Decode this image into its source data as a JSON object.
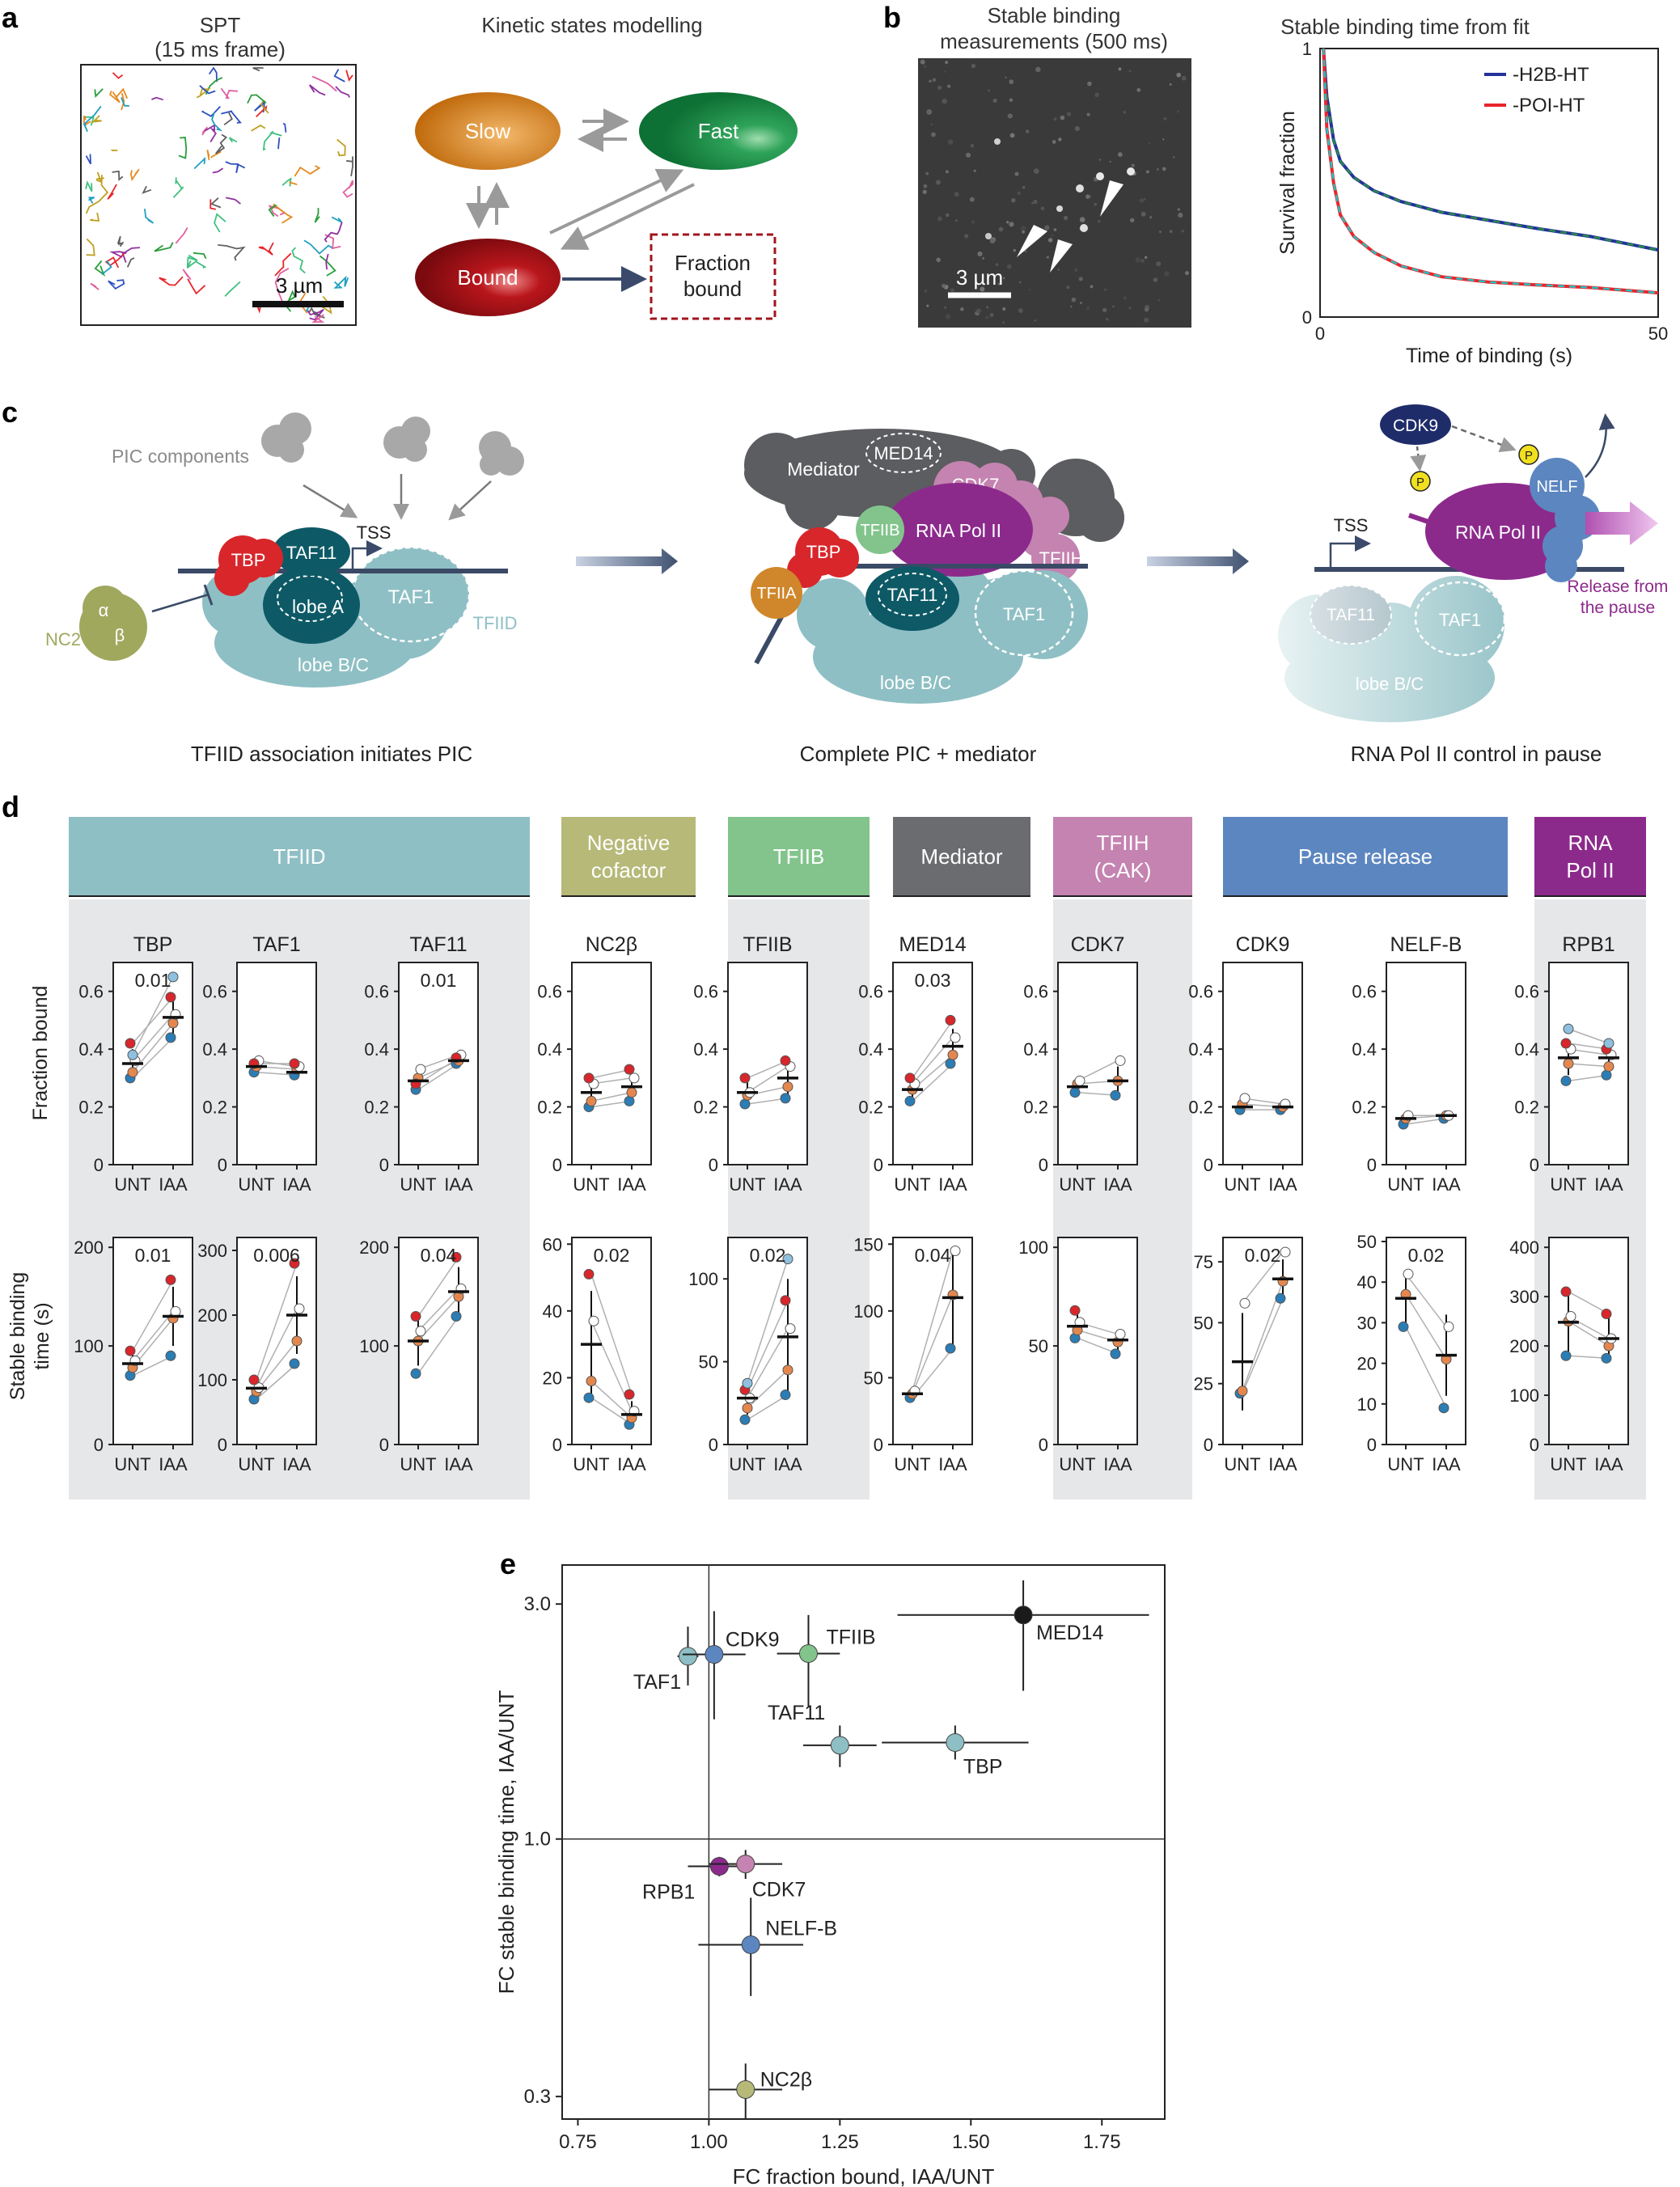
{
  "panel_labels": {
    "a": "a",
    "b": "b",
    "c": "c",
    "d": "d",
    "e": "e"
  },
  "panel_a": {
    "spt_title_line1": "SPT",
    "spt_title_line2": "(15 ms frame)",
    "scale_bar_label": "3 µm",
    "kinetic_title": "Kinetic states modelling",
    "state_slow": "Slow",
    "state_fast": "Fast",
    "state_bound": "Bound",
    "fraction_line1": "Fraction",
    "fraction_line2": "bound"
  },
  "panel_b": {
    "image_title_line1": "Stable binding",
    "image_title_line2": "measurements (500 ms)",
    "scale_bar_label": "3 µm",
    "chart_title": "Stable binding time from fit"
  },
  "panel_c": {
    "pic_components": "PIC components",
    "nc2": "NC2",
    "alpha": "α",
    "beta": "β",
    "tbp": "TBP",
    "taf11": "TAF11",
    "tss": "TSS",
    "lobe_a": "lobe A",
    "taf1": "TAF1",
    "lobe_bc": "lobe B/C",
    "tfiid": "TFIID",
    "caption_1": "TFIID association initiates PIC",
    "mediator": "Mediator",
    "med14": "MED14",
    "cdk7": "CDK7",
    "tfiih": "TFIIH",
    "tfiib": "TFIIB",
    "rna_pol_ii": "RNA Pol II",
    "tfiia": "TFIIA",
    "caption_2": "Complete PIC + mediator",
    "cdk9": "CDK9",
    "p": "P",
    "nelf": "NELF",
    "release_line1": "Release from",
    "release_line2": "the pause",
    "caption_3": "RNA Pol II control in pause"
  },
  "panel_d": {
    "y_label_top": "Fraction bound",
    "y_label_bottom_line1": "Stable binding",
    "y_label_bottom_line2": "time (s)",
    "x_categories": [
      "UNT",
      "IAA"
    ],
    "groups": [
      {
        "label": "TFIID",
        "color": "#8ebfc4"
      },
      {
        "label": "Negative\ncofactor",
        "color": "#b6b978"
      },
      {
        "label": "TFIIB",
        "color": "#82c48c"
      },
      {
        "label": "Mediator",
        "color": "#6b6c70"
      },
      {
        "label": "TFIIH\n(CAK)",
        "color": "#c483b0"
      },
      {
        "label": "Pause release",
        "color": "#5c86c0"
      },
      {
        "label": "RNA\nPol II",
        "color": "#8c2a8c"
      }
    ]
  },
  "chart_data": [
    {
      "type": "line",
      "panel": "b",
      "title": "Stable binding time from fit",
      "xlabel": "Time of binding (s)",
      "ylabel": "Survival fraction",
      "xlim": [
        0,
        50
      ],
      "ylim": [
        0,
        1
      ],
      "xticks": [
        "0",
        "50"
      ],
      "yticks": [
        "0",
        "1"
      ],
      "legend_position": "top-right",
      "series": [
        {
          "name": "-H2B-HT",
          "color": "#23329a",
          "x": [
            0.5,
            1,
            2,
            3,
            5,
            8,
            12,
            18,
            25,
            32,
            40,
            50
          ],
          "y": [
            1.0,
            0.82,
            0.66,
            0.58,
            0.52,
            0.47,
            0.43,
            0.39,
            0.36,
            0.33,
            0.3,
            0.25
          ]
        },
        {
          "name": "-POI-HT",
          "color": "#e8262b",
          "x": [
            0.5,
            1,
            2,
            3,
            5,
            8,
            12,
            18,
            25,
            32,
            40,
            50
          ],
          "y": [
            1.0,
            0.7,
            0.5,
            0.38,
            0.3,
            0.24,
            0.19,
            0.15,
            0.13,
            0.12,
            0.11,
            0.09
          ]
        }
      ]
    },
    {
      "type": "scatter",
      "panel": "d",
      "row": "fraction_bound",
      "ylabel": "Fraction bound",
      "categories": [
        "UNT",
        "IAA"
      ],
      "ylim": [
        0,
        0.7
      ],
      "yticks": [
        0,
        0.2,
        0.4,
        0.6
      ],
      "ytick_labels": [
        "0",
        "0.2",
        "0.4",
        "0.6"
      ],
      "panels": [
        {
          "name": "TBP",
          "pvalue": "0.01",
          "unt": [
            0.3,
            0.32,
            0.36,
            0.42,
            0.38
          ],
          "iaa": [
            0.44,
            0.49,
            0.52,
            0.58,
            0.65
          ],
          "mean_unt": 0.35,
          "mean_iaa": 0.51,
          "err_unt": 0.05,
          "err_iaa": 0.08
        },
        {
          "name": "TAF1",
          "pvalue": "",
          "unt": [
            0.32,
            0.34,
            0.36,
            0.35
          ],
          "iaa": [
            0.31,
            0.33,
            0.34,
            0.35
          ],
          "mean_unt": 0.34,
          "mean_iaa": 0.32,
          "err_unt": 0.02,
          "err_iaa": 0.02
        },
        {
          "name": "TAF11",
          "pvalue": "0.01",
          "unt": [
            0.26,
            0.3,
            0.33,
            0.28
          ],
          "iaa": [
            0.35,
            0.36,
            0.38,
            0.37
          ],
          "mean_unt": 0.29,
          "mean_iaa": 0.36,
          "err_unt": 0.03,
          "err_iaa": 0.02
        },
        {
          "name": "NC2β",
          "pvalue": "",
          "unt": [
            0.2,
            0.22,
            0.28,
            0.3
          ],
          "iaa": [
            0.22,
            0.25,
            0.3,
            0.33
          ],
          "mean_unt": 0.25,
          "mean_iaa": 0.27,
          "err_unt": 0.05,
          "err_iaa": 0.05
        },
        {
          "name": "TFIIB",
          "pvalue": "",
          "unt": [
            0.21,
            0.24,
            0.25,
            0.3
          ],
          "iaa": [
            0.23,
            0.27,
            0.34,
            0.36
          ],
          "mean_unt": 0.25,
          "mean_iaa": 0.3,
          "err_unt": 0.04,
          "err_iaa": 0.06
        },
        {
          "name": "MED14",
          "pvalue": "0.03",
          "unt": [
            0.22,
            0.26,
            0.28,
            0.3
          ],
          "iaa": [
            0.35,
            0.38,
            0.44,
            0.5
          ],
          "mean_unt": 0.26,
          "mean_iaa": 0.41,
          "err_unt": 0.03,
          "err_iaa": 0.06
        },
        {
          "name": "CDK7",
          "pvalue": "",
          "unt": [
            0.25,
            0.28,
            0.29
          ],
          "iaa": [
            0.24,
            0.29,
            0.36
          ],
          "mean_unt": 0.27,
          "mean_iaa": 0.29,
          "err_unt": 0.02,
          "err_iaa": 0.05
        },
        {
          "name": "CDK9",
          "pvalue": "",
          "unt": [
            0.19,
            0.21,
            0.23
          ],
          "iaa": [
            0.19,
            0.2,
            0.21
          ],
          "mean_unt": 0.2,
          "mean_iaa": 0.2,
          "err_unt": 0.02,
          "err_iaa": 0.01
        },
        {
          "name": "NELF-B",
          "pvalue": "",
          "unt": [
            0.14,
            0.16,
            0.17
          ],
          "iaa": [
            0.16,
            0.17,
            0.17
          ],
          "mean_unt": 0.16,
          "mean_iaa": 0.17,
          "err_unt": 0.01,
          "err_iaa": 0.01
        },
        {
          "name": "RPB1",
          "pvalue": "",
          "unt": [
            0.29,
            0.35,
            0.4,
            0.42,
            0.47
          ],
          "iaa": [
            0.31,
            0.34,
            0.38,
            0.4,
            0.42
          ],
          "mean_unt": 0.37,
          "mean_iaa": 0.37,
          "err_unt": 0.06,
          "err_iaa": 0.04
        }
      ]
    },
    {
      "type": "scatter",
      "panel": "d",
      "row": "stable_binding_time",
      "ylabel": "Stable binding time (s)",
      "categories": [
        "UNT",
        "IAA"
      ],
      "panels": [
        {
          "name": "TBP",
          "pvalue": "0.01",
          "ylim": [
            0,
            210
          ],
          "yticks": [
            0,
            100,
            200
          ],
          "unt": [
            70,
            78,
            85,
            95
          ],
          "iaa": [
            90,
            128,
            135,
            167
          ],
          "mean_unt": 82,
          "mean_iaa": 130,
          "err_unt": 10,
          "err_iaa": 30
        },
        {
          "name": "TAF1",
          "pvalue": "0.006",
          "ylim": [
            0,
            320
          ],
          "yticks": [
            0,
            100,
            200,
            300
          ],
          "unt": [
            70,
            82,
            88,
            100
          ],
          "iaa": [
            125,
            160,
            210,
            280
          ],
          "mean_unt": 87,
          "mean_iaa": 200,
          "err_unt": 10,
          "err_iaa": 60
        },
        {
          "name": "TAF11",
          "pvalue": "0.04",
          "ylim": [
            0,
            210
          ],
          "yticks": [
            0,
            100,
            200
          ],
          "unt": [
            72,
            105,
            115,
            130
          ],
          "iaa": [
            130,
            150,
            158,
            190
          ],
          "mean_unt": 105,
          "mean_iaa": 155,
          "err_unt": 25,
          "err_iaa": 25
        },
        {
          "name": "NC2β",
          "pvalue": "0.02",
          "ylim": [
            0,
            62
          ],
          "yticks": [
            0,
            20,
            40,
            60
          ],
          "unt": [
            14,
            19,
            37,
            51
          ],
          "iaa": [
            6,
            8,
            10,
            15
          ],
          "mean_unt": 30,
          "mean_iaa": 9,
          "err_unt": 16,
          "err_iaa": 4
        },
        {
          "name": "TFIIB",
          "pvalue": "0.02",
          "ylim": [
            0,
            125
          ],
          "yticks": [
            0,
            50,
            100
          ],
          "unt": [
            15,
            22,
            28,
            33,
            37
          ],
          "iaa": [
            30,
            45,
            70,
            87,
            112
          ],
          "mean_unt": 28,
          "mean_iaa": 65,
          "err_unt": 10,
          "err_iaa": 35
        },
        {
          "name": "MED14",
          "pvalue": "0.04",
          "ylim": [
            0,
            155
          ],
          "yticks": [
            0,
            50,
            100,
            150
          ],
          "unt": [
            35,
            38,
            40
          ],
          "iaa": [
            72,
            112,
            145
          ],
          "mean_unt": 38,
          "mean_iaa": 110,
          "err_unt": 4,
          "err_iaa": 38
        },
        {
          "name": "CDK7",
          "pvalue": "",
          "ylim": [
            0,
            105
          ],
          "yticks": [
            0,
            50,
            100
          ],
          "unt": [
            54,
            58,
            62,
            68
          ],
          "iaa": [
            46,
            52,
            56
          ],
          "mean_unt": 60,
          "mean_iaa": 53,
          "err_unt": 7,
          "err_iaa": 5
        },
        {
          "name": "CDK9",
          "pvalue": "0.02",
          "ylim": [
            0,
            85
          ],
          "yticks": [
            0,
            25,
            50,
            75
          ],
          "unt": [
            21,
            22,
            58
          ],
          "iaa": [
            60,
            67,
            79
          ],
          "mean_unt": 34,
          "mean_iaa": 68,
          "err_unt": 20,
          "err_iaa": 8
        },
        {
          "name": "NELF-B",
          "pvalue": "0.02",
          "ylim": [
            0,
            51
          ],
          "yticks": [
            0,
            10,
            20,
            30,
            40,
            50
          ],
          "unt": [
            29,
            37,
            42
          ],
          "iaa": [
            9,
            21,
            29
          ],
          "mean_unt": 36,
          "mean_iaa": 22,
          "err_unt": 6,
          "err_iaa": 10
        },
        {
          "name": "RPB1",
          "pvalue": "",
          "ylim": [
            0,
            420
          ],
          "yticks": [
            0,
            100,
            200,
            300,
            400
          ],
          "unt": [
            180,
            250,
            260,
            310
          ],
          "iaa": [
            175,
            200,
            215,
            265
          ],
          "mean_unt": 248,
          "mean_iaa": 215,
          "err_unt": 70,
          "err_iaa": 45
        }
      ]
    },
    {
      "type": "scatter",
      "panel": "e",
      "xlabel": "FC fraction bound, IAA/UNT",
      "ylabel": "FC stable binding time, IAA/UNT",
      "xlim": [
        0.72,
        1.87
      ],
      "ylim": [
        0.27,
        3.6
      ],
      "yscale": "log",
      "xticks": [
        "0.75",
        "1.00",
        "1.25",
        "1.50",
        "1.75"
      ],
      "yticks": [
        "0.3",
        "1.0",
        "3.0"
      ],
      "reference_lines": {
        "x": 1.0,
        "y": 1.0
      },
      "points": [
        {
          "name": "TAF1",
          "x": 0.96,
          "y": 2.35,
          "xerr": 0.02,
          "yerr_low": 2.05,
          "yerr_high": 2.7,
          "color": "#8ebfc4"
        },
        {
          "name": "CDK9",
          "x": 1.01,
          "y": 2.37,
          "xerr": 0.06,
          "yerr_low": 1.75,
          "yerr_high": 2.9,
          "color": "#5c86c0"
        },
        {
          "name": "TFIIB",
          "x": 1.19,
          "y": 2.38,
          "xerr": 0.06,
          "yerr_low": 1.85,
          "yerr_high": 2.85,
          "color": "#82c48c"
        },
        {
          "name": "MED14",
          "x": 1.6,
          "y": 2.85,
          "xerr": 0.24,
          "yerr_low": 2.0,
          "yerr_high": 3.35,
          "color": "#1a1a1a"
        },
        {
          "name": "TAF11",
          "x": 1.25,
          "y": 1.55,
          "xerr": 0.07,
          "yerr_low": 1.4,
          "yerr_high": 1.7,
          "color": "#8ebfc4"
        },
        {
          "name": "TBP",
          "x": 1.47,
          "y": 1.57,
          "xerr": 0.14,
          "yerr_low": 1.45,
          "yerr_high": 1.7,
          "color": "#8ebfc4"
        },
        {
          "name": "RPB1",
          "x": 1.02,
          "y": 0.88,
          "xerr": 0.06,
          "yerr_low": 0.84,
          "yerr_high": 0.92,
          "color": "#8c2a8c"
        },
        {
          "name": "CDK7",
          "x": 1.07,
          "y": 0.89,
          "xerr": 0.07,
          "yerr_low": 0.83,
          "yerr_high": 0.95,
          "color": "#c483b0"
        },
        {
          "name": "NELF-B",
          "x": 1.08,
          "y": 0.61,
          "xerr": 0.1,
          "yerr_low": 0.48,
          "yerr_high": 0.76,
          "color": "#5c86c0"
        },
        {
          "name": "NC2β",
          "x": 1.07,
          "y": 0.31,
          "xerr": 0.07,
          "yerr_low": 0.27,
          "yerr_high": 0.35,
          "color": "#b6b978"
        }
      ]
    }
  ]
}
